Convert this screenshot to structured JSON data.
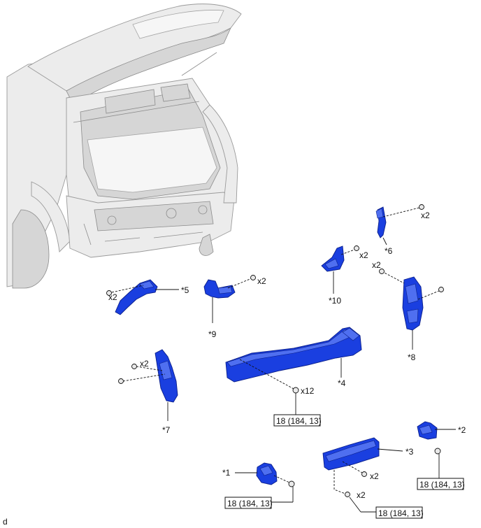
{
  "figure_code": "d",
  "parts": [
    {
      "id": "p1",
      "label": "*1"
    },
    {
      "id": "p2",
      "label": "*2"
    },
    {
      "id": "p3",
      "label": "*3"
    },
    {
      "id": "p4",
      "label": "*4"
    },
    {
      "id": "p5",
      "label": "*5"
    },
    {
      "id": "p6",
      "label": "*6"
    },
    {
      "id": "p7",
      "label": "*7"
    },
    {
      "id": "p8",
      "label": "*8"
    },
    {
      "id": "p9",
      "label": "*9"
    },
    {
      "id": "p10",
      "label": "*10"
    }
  ],
  "fastener_counts": {
    "p6_bolts": "x2",
    "p10_bolts": "x2",
    "p8_bolts": "x2",
    "p5_bolts": "x2",
    "p9_bolts": "x2",
    "p7_bolts": "x2",
    "p4_bolts": "x12",
    "p3_nuts": "x2",
    "p3_bolts": "x2"
  },
  "torque_specs": {
    "p4": "18 (184, 13)",
    "p2": "18 (184, 13)",
    "p1": "18 (184, 13)",
    "p3": "18 (184, 13)"
  }
}
